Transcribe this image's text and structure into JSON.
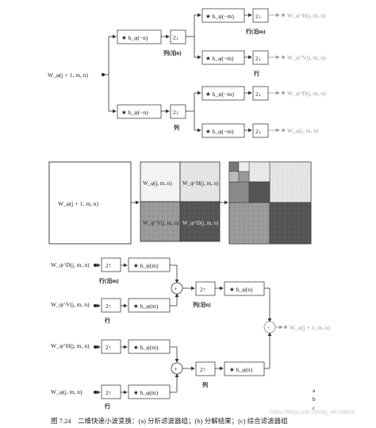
{
  "analysis": {
    "input": "W_φ(j + 1, m, n)",
    "stage1": [
      {
        "filter": "★ h_φ(−n)",
        "down": "2↓",
        "label": "列(沿n)"
      },
      {
        "filter": "★ h_ψ(−n)",
        "down": "2↓",
        "label": "列"
      }
    ],
    "stage2": [
      {
        "filter": "★ h_ψ(−m)",
        "down": "2↓",
        "label": "行(沿m)",
        "output": "W_ψ^H(j, m, n)"
      },
      {
        "filter": "★ h_φ(−m)",
        "down": "2↓",
        "label": "行",
        "output": "W_ψ^V(j, m, n)"
      },
      {
        "filter": "★ h_ψ(−m)",
        "down": "2↓",
        "label": "",
        "output": "W_ψ^D(j, m, n)"
      },
      {
        "filter": "★ h_φ(−m)",
        "down": "2↓",
        "label": "",
        "output": "W_φ(j, m, n)"
      }
    ]
  },
  "decomposition": {
    "full": "W_φ(j + 1, m, n)",
    "cells": [
      "W_φ(j, m, n)",
      "W_ψ^H(j, m, n)",
      "W_ψ^V(j, m, n)",
      "W_ψ^D(j, m, n)"
    ]
  },
  "synthesis": {
    "inputs": [
      {
        "input": "W_ψ^D(j, m, n)",
        "up": "2↑",
        "filter": "★ h_ψ(m)",
        "label": "行(沿m)"
      },
      {
        "input": "W_ψ^V(j, m, n)",
        "up": "2↑",
        "filter": "★ h_φ(m)",
        "label": "行"
      },
      {
        "input": "W_ψ^H(j, m, n)",
        "up": "2↑",
        "filter": "★ h_ψ(m)",
        "label": ""
      },
      {
        "input": "W_φ(j, m, n)",
        "up": "2↑",
        "filter": "★ h_φ(m)",
        "label": "行"
      }
    ],
    "merge": [
      {
        "up": "2↑",
        "filter": "★ h_ψ(n)",
        "label": "列(沿n)"
      },
      {
        "up": "2↑",
        "filter": "★ h_φ(n)",
        "label": "列"
      }
    ],
    "plus": "+",
    "output": "W_φ(j + 1, m, n)"
  },
  "panel_letters": [
    "a",
    "b",
    "c"
  ],
  "caption": "图 7.24　二维快速小波变换：(a) 分析滤波器组；(b) 分解结果；(c) 综合滤波器组",
  "watermark": "https://blog.csdn.net/qq_44189910"
}
